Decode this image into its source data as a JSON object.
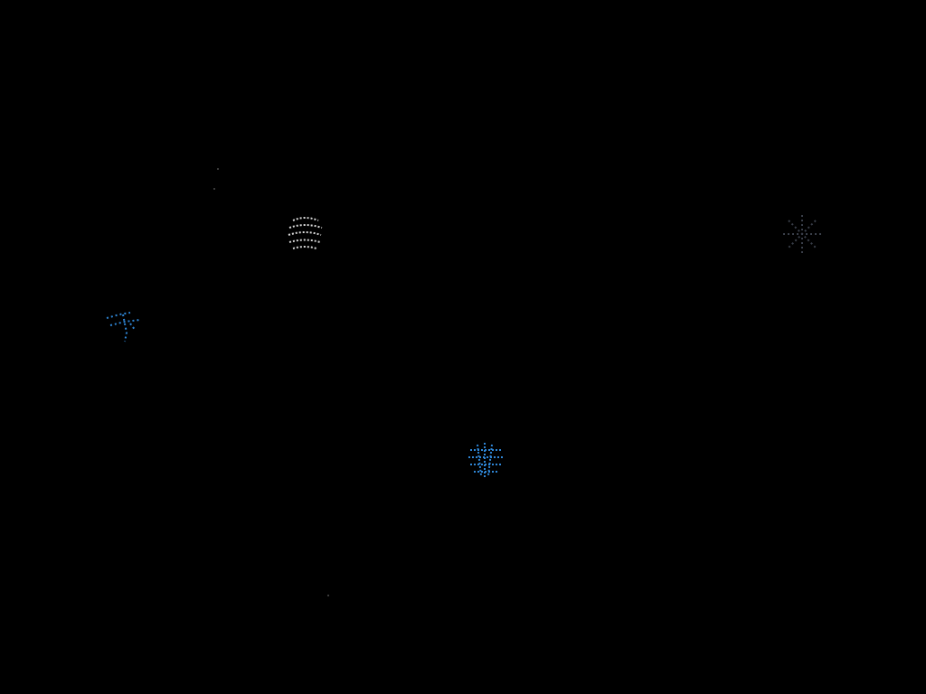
{
  "scene": {
    "background_color": "#000000",
    "colors": {
      "white_sprite": "#d8d8d8",
      "blue_sprite": "#2f86d6",
      "dim_sprite": "#3a3f4a",
      "speck": "#3a3a3a"
    },
    "sprites": [
      {
        "name": "striped-orb-sprite",
        "icon": "striped-orb-icon"
      },
      {
        "name": "blue-flyer-sprite",
        "icon": "blue-flyer-icon"
      },
      {
        "name": "blue-cluster-sprite",
        "icon": "blue-cluster-icon"
      },
      {
        "name": "dark-star-sprite",
        "icon": "dark-star-icon"
      }
    ]
  }
}
